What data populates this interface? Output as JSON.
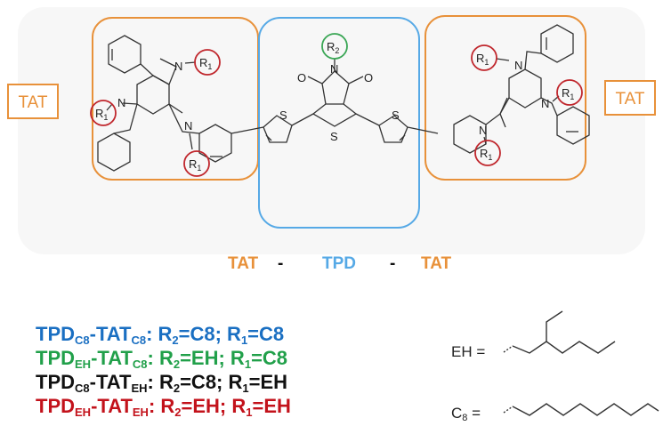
{
  "colors": {
    "tat_orange": "#e8913a",
    "tpd_blue": "#56a9e6",
    "r1_red": "#c0272d",
    "r2_green": "#3aa655",
    "row_blue": "#1a6fc2",
    "row_green": "#21a04a",
    "row_black": "#111111",
    "row_red": "#c3121b"
  },
  "labels": {
    "tat_left": "TAT",
    "tat_right": "TAT",
    "r1": "R",
    "r1_sub": "1",
    "r2": "R",
    "r2_sub": "2",
    "atom_n": "N",
    "atom_s": "S",
    "atom_o": "O"
  },
  "caption": {
    "tat1": "TAT",
    "sep1": "-",
    "tpd": "TPD",
    "sep2": "-",
    "tat2": "TAT"
  },
  "formulas": [
    {
      "a": "TPD",
      "a_sub": "C8",
      "b": "-TAT",
      "b_sub": "C8",
      "c": ": R",
      "c_sub": "2",
      "d": "=C8; R",
      "d_sub": "1",
      "e": "=C8"
    },
    {
      "a": "TPD",
      "a_sub": "EH",
      "b": "-TAT",
      "b_sub": "C8",
      "c": ": R",
      "c_sub": "2",
      "d": "=EH; R",
      "d_sub": "1",
      "e": "=C8"
    },
    {
      "a": "TPD",
      "a_sub": "C8",
      "b": "-TAT",
      "b_sub": "EH",
      "c": ": R",
      "c_sub": "2",
      "d": "=C8; R",
      "d_sub": "1",
      "e": "=EH"
    },
    {
      "a": "TPD",
      "a_sub": "EH",
      "b": "-TAT",
      "b_sub": "EH",
      "c": ": R",
      "c_sub": "2",
      "d": "=EH; R",
      "d_sub": "1",
      "e": "=EH"
    }
  ],
  "side_chains": {
    "eh_label": "EH =",
    "c8_label": "C",
    "c8_sub": "8",
    "c8_eq": " ="
  }
}
